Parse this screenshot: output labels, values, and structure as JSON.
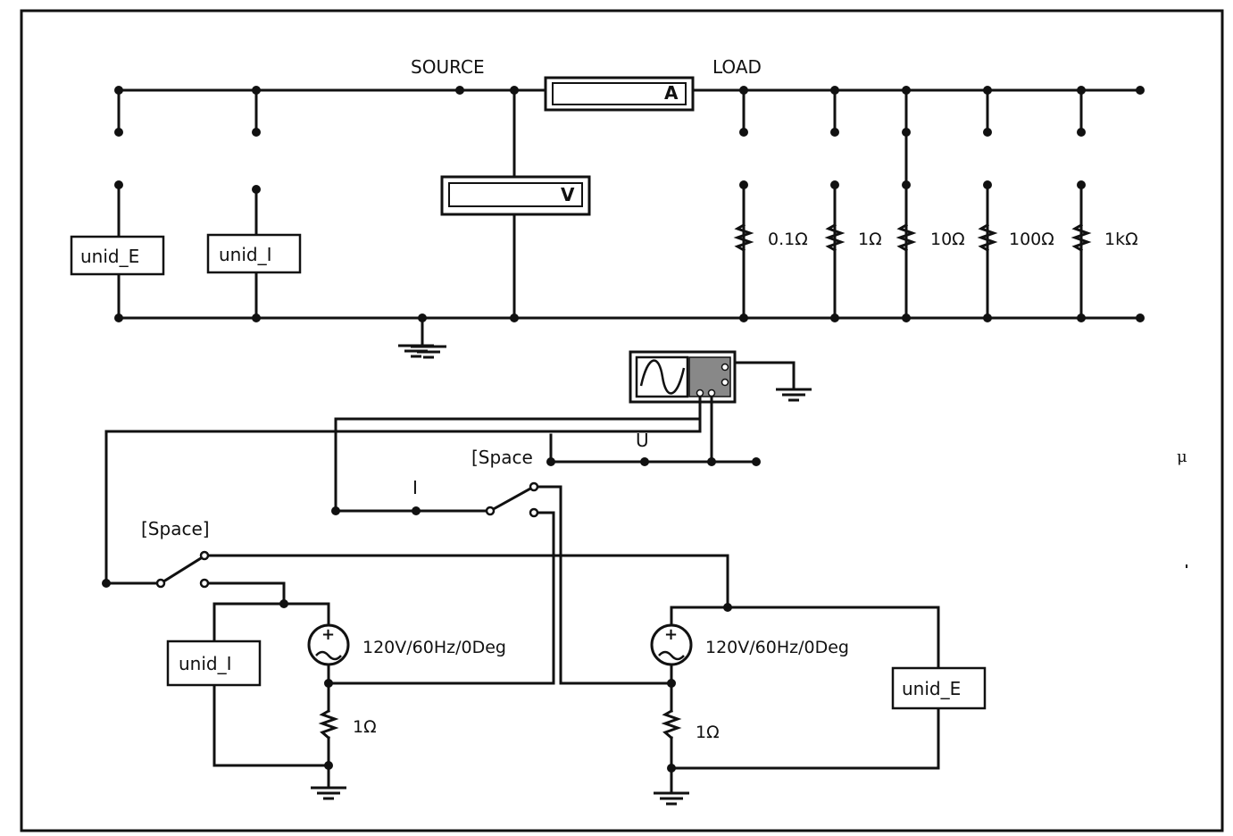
{
  "labels": {
    "source": "SOURCE",
    "load": "LOAD",
    "ammeter": "A",
    "voltmeter": "V",
    "space_top": "[Space",
    "space_left": "[Space]",
    "u": "U",
    "i": "I",
    "mu": "μ"
  },
  "instruments": {
    "unid_e_top": "unid_E",
    "unid_i_top": "unid_I",
    "unid_i_bottom": "unid_I",
    "unid_e_bottom": "unid_E"
  },
  "loads": [
    "0.1Ω",
    "1Ω",
    "10Ω",
    "100Ω",
    "1kΩ"
  ],
  "sources": {
    "left": "120V/60Hz/0Deg",
    "right": "120V/60Hz/0Deg",
    "left_resistor": "1Ω",
    "right_resistor": "1Ω"
  }
}
